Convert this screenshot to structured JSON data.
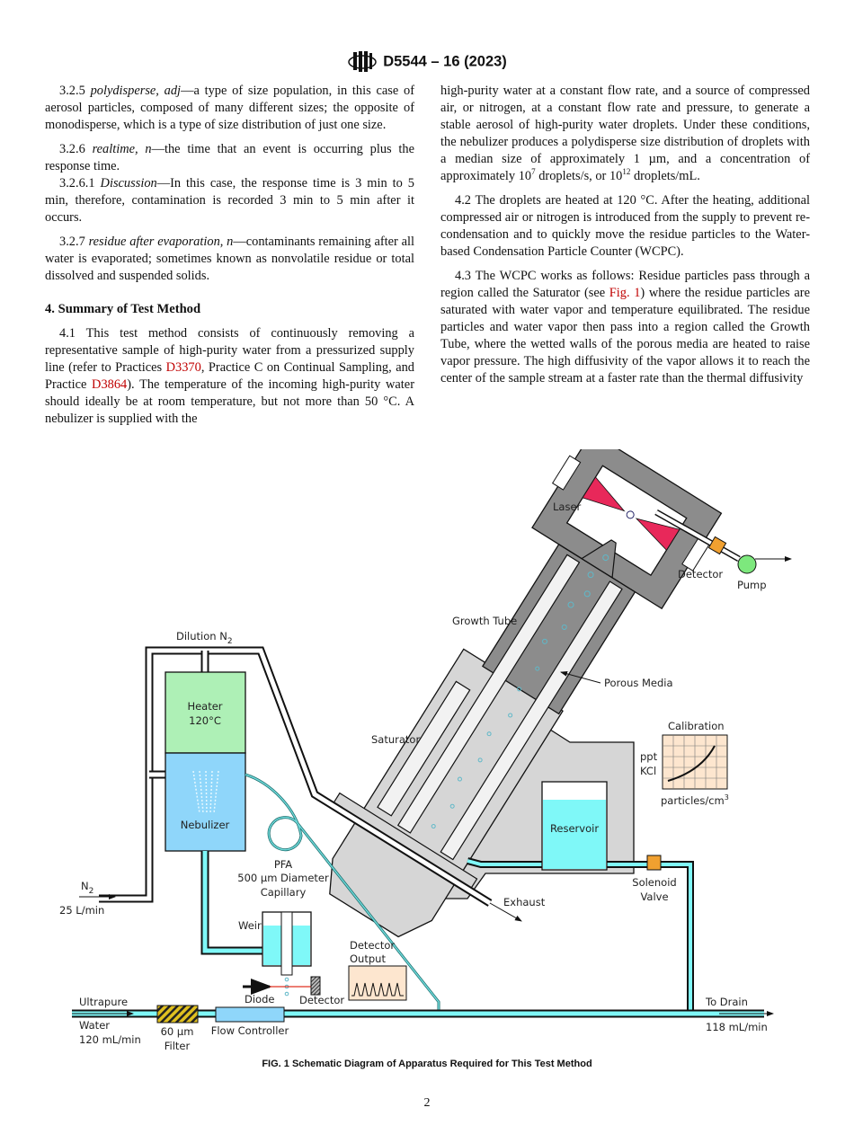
{
  "header": {
    "designation": "D5544 – 16 (2023)",
    "logo_text": "ASTM"
  },
  "left": {
    "p1": {
      "num": "3.2.5",
      "term": "polydisperse, adj",
      "text": "—a type of size population, in this case of aerosol particles, composed of many different sizes; the opposite of monodisperse, which is a type of size distribution of just one size."
    },
    "p2": {
      "num": "3.2.6",
      "term": "realtime, n",
      "text": "—the time that an event is occurring plus the response time."
    },
    "p3": {
      "num": "3.2.6.1",
      "term": "Discussion",
      "text": "—In this case, the response time is 3 min to 5 min, therefore, contamination is recorded 3 min to 5 min after it occurs."
    },
    "p4": {
      "num": "3.2.7",
      "term": "residue after evaporation, n",
      "text": "—contaminants remaining after all water is evaporated; sometimes known as nonvolatile residue or total dissolved and suspended solids."
    },
    "heading": "4. Summary of Test Method",
    "p41": {
      "a": "4.1 This test method consists of continuously removing a representative sample of high-purity water from a pressurized supply line (refer to Practices ",
      "link1": "D3370",
      "b": ", Practice C on Continual Sampling, and Practice ",
      "link2": "D3864",
      "c": "). The temperature of the incoming high-purity water should ideally be at room temperature, but not more than 50 °C. A nebulizer is supplied with the"
    }
  },
  "right": {
    "cont": {
      "a": "high-purity water at a constant flow rate, and a source of compressed air, or nitrogen, at a constant flow rate and pressure, to generate a stable aerosol of high-purity water droplets. Under these conditions, the nebulizer produces a polydisperse size distribution of droplets with a median size of approximately 1 µm, and a concentration of approximately 10",
      "sup1": "7",
      "b": " droplets/s, or 10",
      "sup2": "12",
      "c": " droplets/mL."
    },
    "p42": "4.2 The droplets are heated at 120 °C. After the heating, additional compressed air or nitrogen is introduced from the supply to prevent re-condensation and to quickly move the residue particles to the Water-based Condensation Particle Counter (WCPC).",
    "p43": {
      "a": "4.3 The WCPC works as follows: Residue particles pass through a region called the Saturator (see ",
      "link": "Fig. 1",
      "b": ") where the residue particles are saturated with water vapor and temperature equilibrated. The residue particles and water vapor then pass into a region called the Growth Tube, where the wetted walls of the porous media are heated to raise vapor pressure. The high diffusivity of the vapor allows it to reach the center of the sample stream at a faster rate than the thermal diffusivity"
    }
  },
  "figure": {
    "labels": {
      "laser": "Laser",
      "detector_top": "Detector",
      "pump": "Pump",
      "growth_tube": "Growth Tube",
      "porous_media": "Porous Media",
      "dilution": "Dilution N",
      "dilution_sub": "2",
      "heater1": "Heater",
      "heater2": "120°C",
      "saturator": "Saturator",
      "calibration": "Calibration",
      "ppt": "ppt",
      "kcl": "KCl",
      "particles": "particles/cm",
      "particles_sup": "3",
      "nebulizer": "Nebulizer",
      "reservoir": "Reservoir",
      "pfa1": "PFA",
      "pfa2": "500 µm Diameter",
      "pfa3": "Capillary",
      "n2": "N",
      "n2_sub": "2",
      "n2_flow": "25 L/min",
      "exhaust": "Exhaust",
      "solenoid1": "Solenoid",
      "solenoid2": "Valve",
      "weir": "Weir",
      "det_out1": "Detector",
      "det_out2": "Output",
      "diode": "Diode",
      "detector_bottom": "Detector",
      "ultrapure1": "Ultrapure",
      "ultrapure2": "Water",
      "ultrapure3": "120 mL/min",
      "filter1": "60 µm",
      "filter2": "Filter",
      "flow_controller": "Flow Controller",
      "drain1": "To Drain",
      "drain2": "118 mL/min"
    },
    "colors": {
      "heater": "#aef0b6",
      "nebulizer": "#8fd6fa",
      "water": "#7ff8f8",
      "laser": "#e8285a",
      "valve": "#f0a030",
      "pump": "#7de87d",
      "filter": "#e0c020",
      "chart_bg": "#fde6cf",
      "dark_gray": "#8c8c8c",
      "light_gray": "#d6d6d6"
    },
    "caption": "FIG. 1 Schematic Diagram of Apparatus Required for This Test Method"
  },
  "page_number": "2"
}
